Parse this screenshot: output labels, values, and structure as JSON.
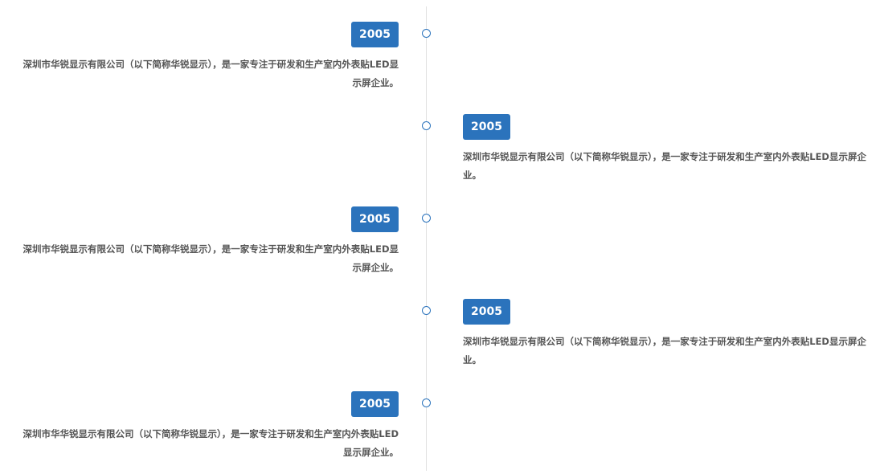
{
  "timeline": {
    "entries": [
      {
        "year": "2005",
        "text": "深圳市华锐显示有限公司（以下简称华锐显示），是一家专注于研发和生产室内外表贴LED显示屏企业。"
      },
      {
        "year": "2005",
        "text": "深圳市华锐显示有限公司（以下简称华锐显示），是一家专注于研发和生产室内外表贴LED显示屏企业。"
      },
      {
        "year": "2005",
        "text": "深圳市华锐显示有限公司（以下简称华锐显示），是一家专注于研发和生产室内外表贴LED显示屏企业。"
      },
      {
        "year": "2005",
        "text": "深圳市华锐显示有限公司（以下简称华锐显示），是一家专注于研发和生产室内外表贴LED显示屏企业。"
      },
      {
        "year": "2005",
        "text": "深圳市华华锐显示有限公司（以下简称华锐显示），是一家专注于研发和生产室内外表贴LED显示屏企业。"
      }
    ]
  },
  "colors": {
    "accent": "#2b73bc",
    "text": "#555555",
    "line": "#e0e0e0"
  }
}
